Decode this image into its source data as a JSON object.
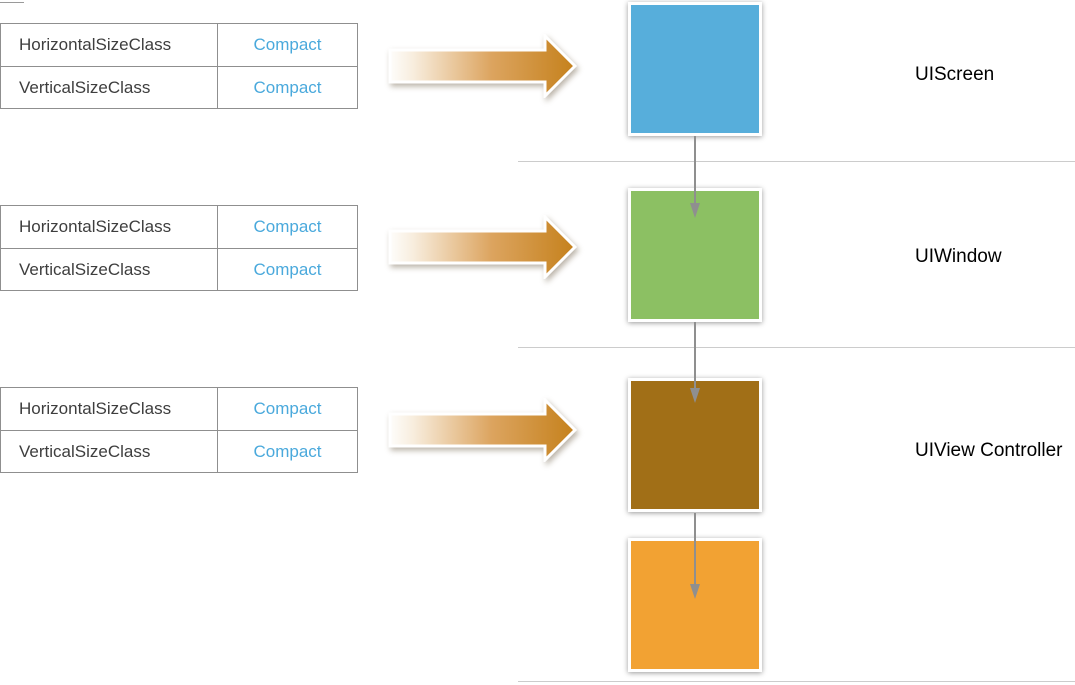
{
  "size_class_panels": [
    {
      "rows": [
        {
          "label": "HorizontalSizeClass",
          "value": "Compact"
        },
        {
          "label": "VerticalSizeClass",
          "value": "Compact"
        }
      ]
    },
    {
      "rows": [
        {
          "label": "HorizontalSizeClass",
          "value": "Compact"
        },
        {
          "label": "VerticalSizeClass",
          "value": "Compact"
        }
      ]
    },
    {
      "rows": [
        {
          "label": "HorizontalSizeClass",
          "value": "Compact"
        },
        {
          "label": "VerticalSizeClass",
          "value": "Compact"
        }
      ]
    }
  ],
  "hierarchy_nodes": [
    {
      "label": "UIScreen",
      "color": "#57aedb"
    },
    {
      "label": "UIWindow",
      "color": "#8cc063"
    },
    {
      "label": "UIView Controller",
      "color": "#a16f17"
    },
    {
      "label": "",
      "color": "#f2a233"
    }
  ],
  "colors": {
    "compact_value_text": "#4aa9dc",
    "table_text": "#3e3e3e",
    "table_border": "#8f8f8f",
    "arrow_gradient_start": "#ffffff",
    "arrow_gradient_end": "#c5811c",
    "connector_gray": "#8f8f8f",
    "divider_line": "#cccccc"
  }
}
